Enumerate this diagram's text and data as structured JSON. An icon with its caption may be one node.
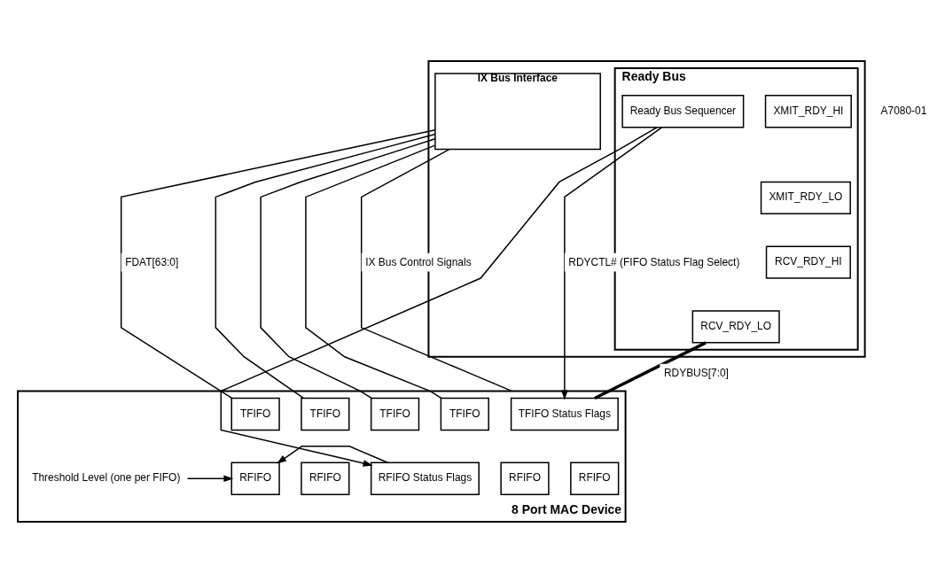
{
  "diagram": {
    "nodes": [
      {
        "text": [],
        "shape": "box"
      },
      {
        "text": [
          "Ready Bus"
        ],
        "in": 0
      },
      {
        "text": [
          "Ready Bus Sequencer"
        ],
        "in": 1
      },
      {
        "text": [
          "XMIT_RDY_HI"
        ],
        "in": 1
      },
      {
        "text": [
          "XMIT_RDY_LO"
        ],
        "in": 1
      },
      {
        "text": [
          "RCV_RDY_HI"
        ],
        "in": 1
      },
      {
        "text": [
          "RCV_RDY_LO"
        ],
        "in": 1
      },
      {
        "text": [
          "IX Bus Interface"
        ],
        "in": 0
      },
      {
        "text": [
          "8 Port MAC Device"
        ]
      },
      {
        "text": [
          "TFIFO Status Flags"
        ],
        "in": 8
      },
      {
        "text": [
          "RFIFO Status Flags"
        ],
        "in": 8
      },
      {
        "text": [
          "TFIFO"
        ],
        "in": 8
      },
      {
        "text": [
          "RFIFO"
        ],
        "in": 8
      },
      {
        "text": [
          "TFIFO"
        ],
        "in": 8
      },
      {
        "text": [
          "RFIFO"
        ],
        "in": 8
      },
      {
        "text": [
          "TFIFO"
        ],
        "in": 8
      },
      {
        "text": [
          "RFIFO"
        ],
        "in": 8
      },
      {
        "text": [
          "TFIFO"
        ],
        "in": 8
      },
      {
        "text": [
          "RFIFO"
        ],
        "in": 8
      },
      {
        "text": [
          "Threshold Level (one per FIFO)"
        ],
        "in": 8
      }
    ],
    "edges": [
      {
        "from": 2,
        "to": 9,
        "arrow": "to",
        "label": "RDYCTL# (FIFO Status Flag Select)"
      },
      {
        "from": 2,
        "to": 10,
        "arrow": "to"
      },
      {
        "from": 6,
        "to": 9,
        "arrow": "none",
        "label": "RDYBUS[7:0]",
        "style": "thick"
      },
      {
        "from": 7,
        "to": 11,
        "arrow": "none",
        "label": "FDAT[63:0]"
      },
      {
        "from": 7,
        "to": 13,
        "arrow": "none"
      },
      {
        "from": 7,
        "to": 15,
        "arrow": "none"
      },
      {
        "from": 7,
        "to": 17,
        "arrow": "none"
      },
      {
        "from": 7,
        "to": 8,
        "arrow": "none",
        "label": "IX Bus Control Signals"
      },
      {
        "from": 10,
        "to": 12,
        "arrow": "to"
      },
      {
        "from": 19,
        "to": 12,
        "arrow": "to"
      }
    ],
    "labels": [
      "A7080-01"
    ]
  }
}
